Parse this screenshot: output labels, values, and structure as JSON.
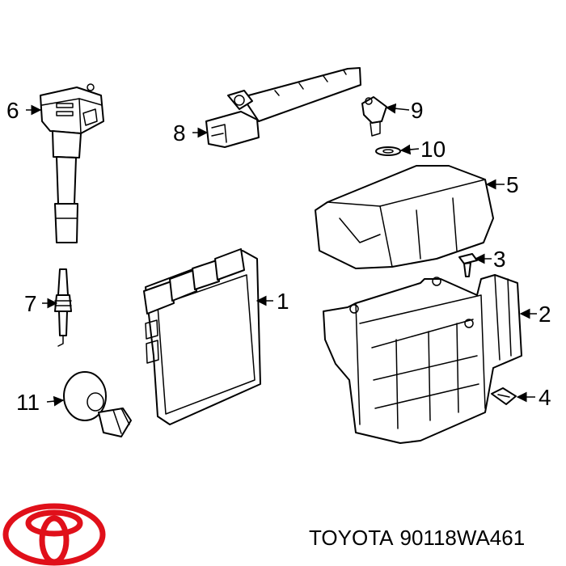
{
  "brand": "TOYOTA",
  "part_number": "90118WA461",
  "logo_icon": "toyota-logo-icon",
  "callouts": {
    "c1": "1",
    "c2": "2",
    "c3": "3",
    "c4": "4",
    "c5": "5",
    "c6": "6",
    "c7": "7",
    "c8": "8",
    "c9": "9",
    "c10": "10",
    "c11": "11"
  },
  "colors": {
    "logo": "#e0101a",
    "line": "#000000",
    "background": "#ffffff"
  }
}
